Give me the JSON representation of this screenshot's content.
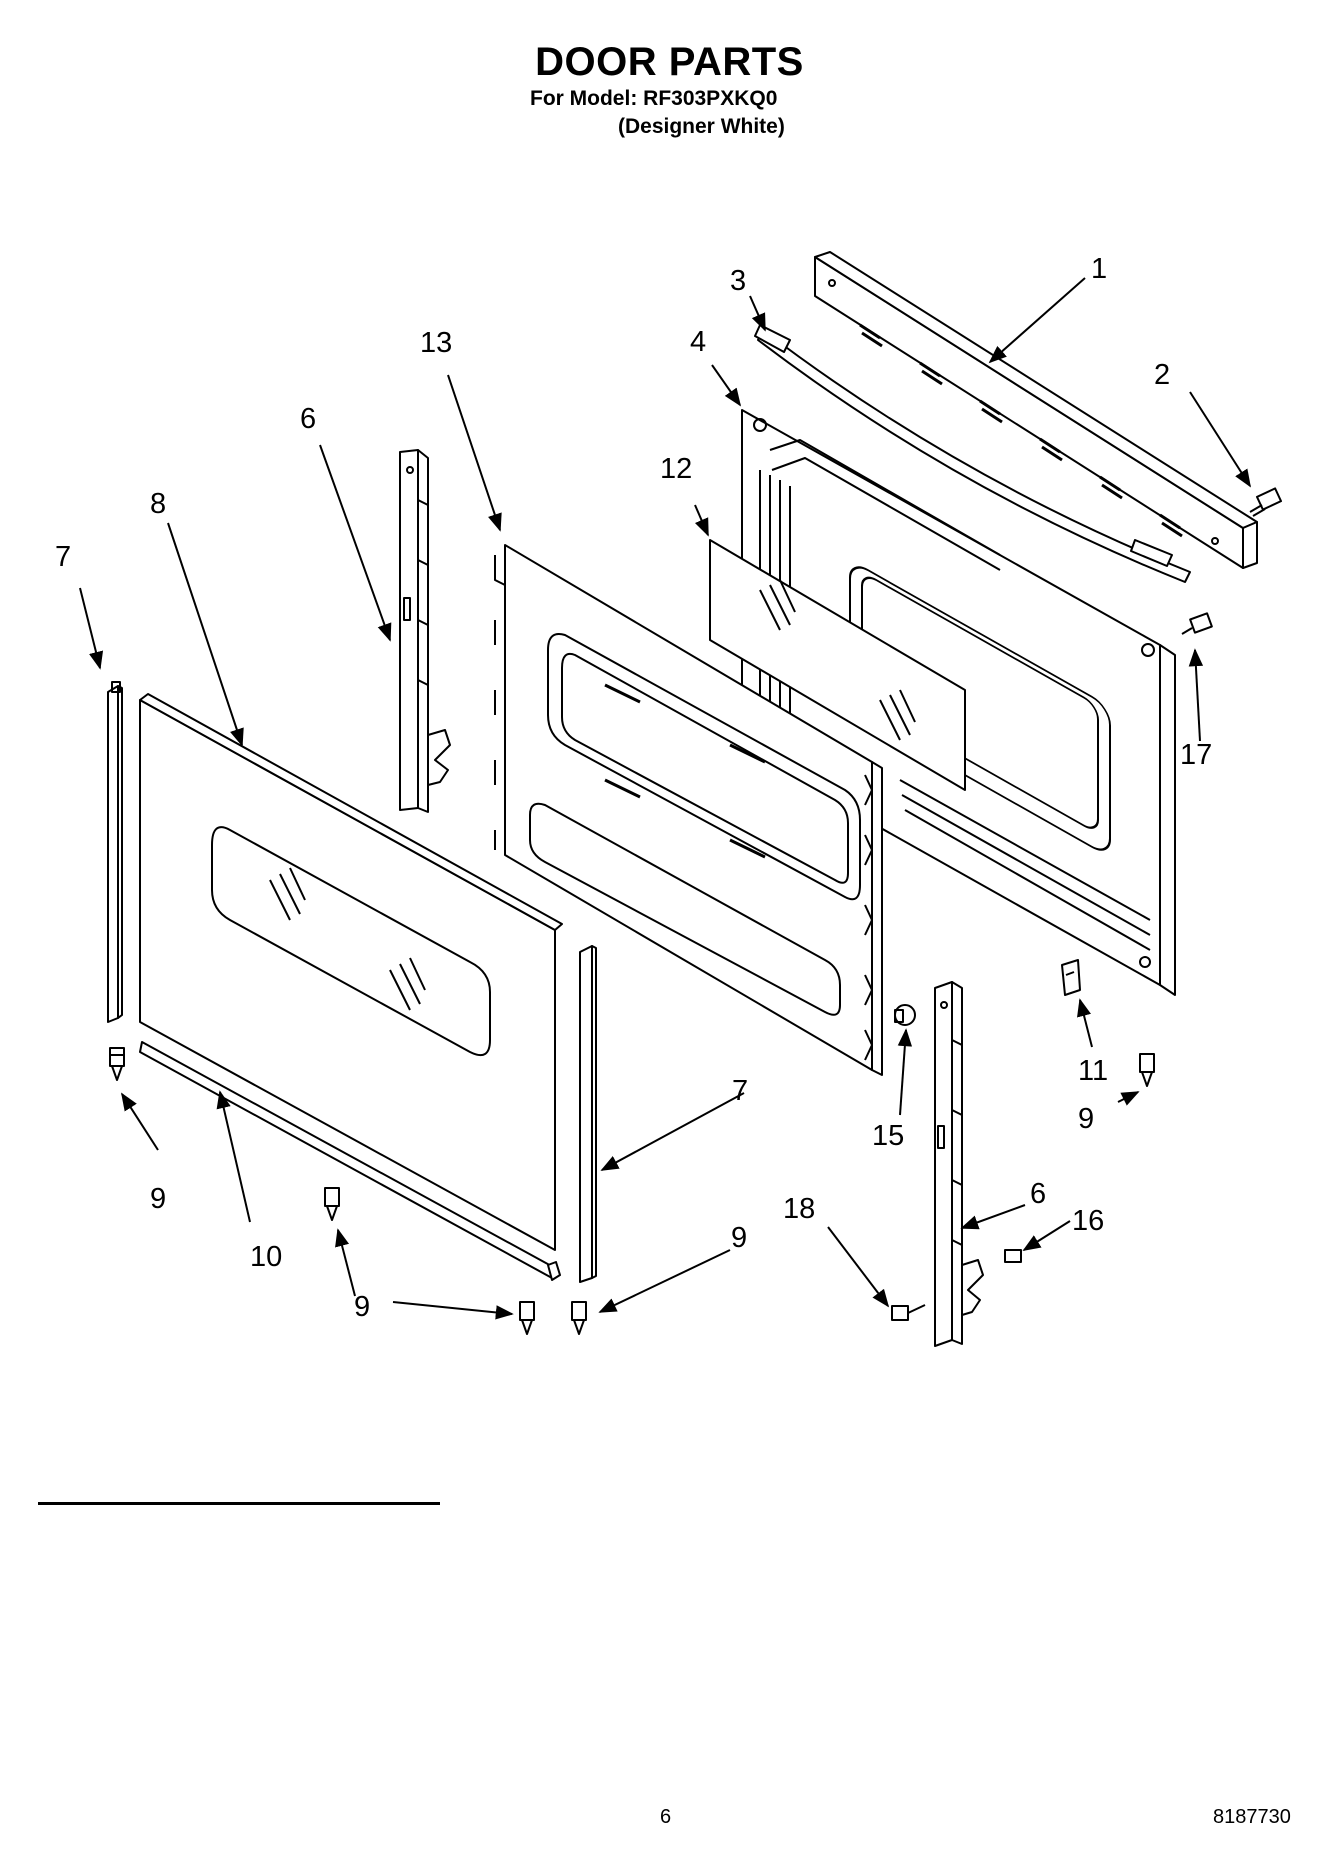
{
  "header": {
    "title": "DOOR PARTS",
    "model_line": "For Model: RF303PXKQ0",
    "variant_line": "(Designer White)"
  },
  "callouts": [
    {
      "id": "c1",
      "label": "1"
    },
    {
      "id": "c2",
      "label": "2"
    },
    {
      "id": "c3",
      "label": "3"
    },
    {
      "id": "c4",
      "label": "4"
    },
    {
      "id": "c6a",
      "label": "6"
    },
    {
      "id": "c6b",
      "label": "6"
    },
    {
      "id": "c7a",
      "label": "7"
    },
    {
      "id": "c7b",
      "label": "7"
    },
    {
      "id": "c8",
      "label": "8"
    },
    {
      "id": "c9a",
      "label": "9"
    },
    {
      "id": "c9b",
      "label": "9"
    },
    {
      "id": "c9c",
      "label": "9"
    },
    {
      "id": "c9d",
      "label": "9"
    },
    {
      "id": "c10",
      "label": "10"
    },
    {
      "id": "c11",
      "label": "11"
    },
    {
      "id": "c12",
      "label": "12"
    },
    {
      "id": "c13",
      "label": "13"
    },
    {
      "id": "c15",
      "label": "15"
    },
    {
      "id": "c16",
      "label": "16"
    },
    {
      "id": "c17",
      "label": "17"
    },
    {
      "id": "c18",
      "label": "18"
    }
  ],
  "footer": {
    "page_number": "6",
    "document_number": "8187730"
  }
}
